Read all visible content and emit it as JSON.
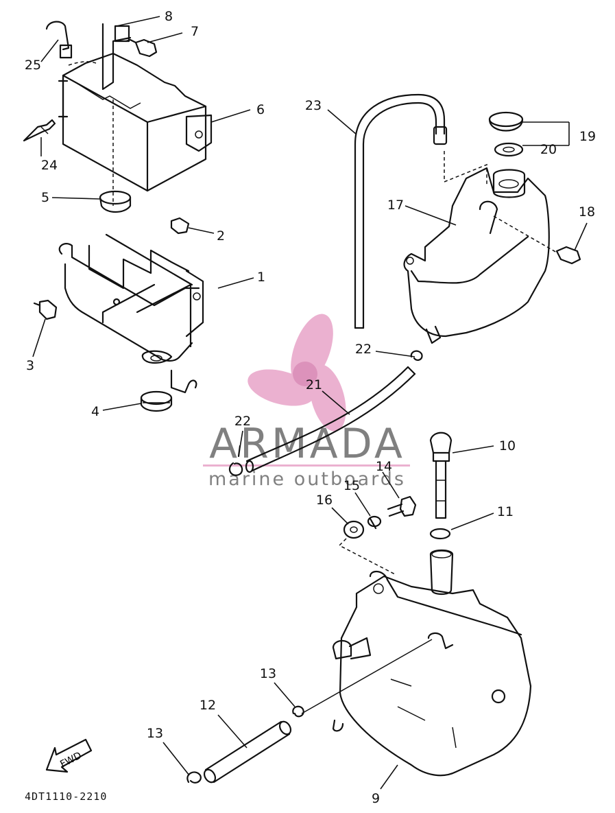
{
  "diagram_code": "4DT1110-2210",
  "fwd_label": "FWD",
  "watermark": {
    "brand": "ARMADA",
    "tagline": "marine outboards",
    "brand_color": "#6b6b6b",
    "logo_color": "#e8a4c8"
  },
  "callouts": [
    "1",
    "2",
    "3",
    "4",
    "5",
    "6",
    "7",
    "8",
    "9",
    "10",
    "11",
    "12",
    "13",
    "13",
    "14",
    "15",
    "16",
    "17",
    "18",
    "19",
    "20",
    "21",
    "22",
    "22",
    "23",
    "24",
    "25"
  ]
}
